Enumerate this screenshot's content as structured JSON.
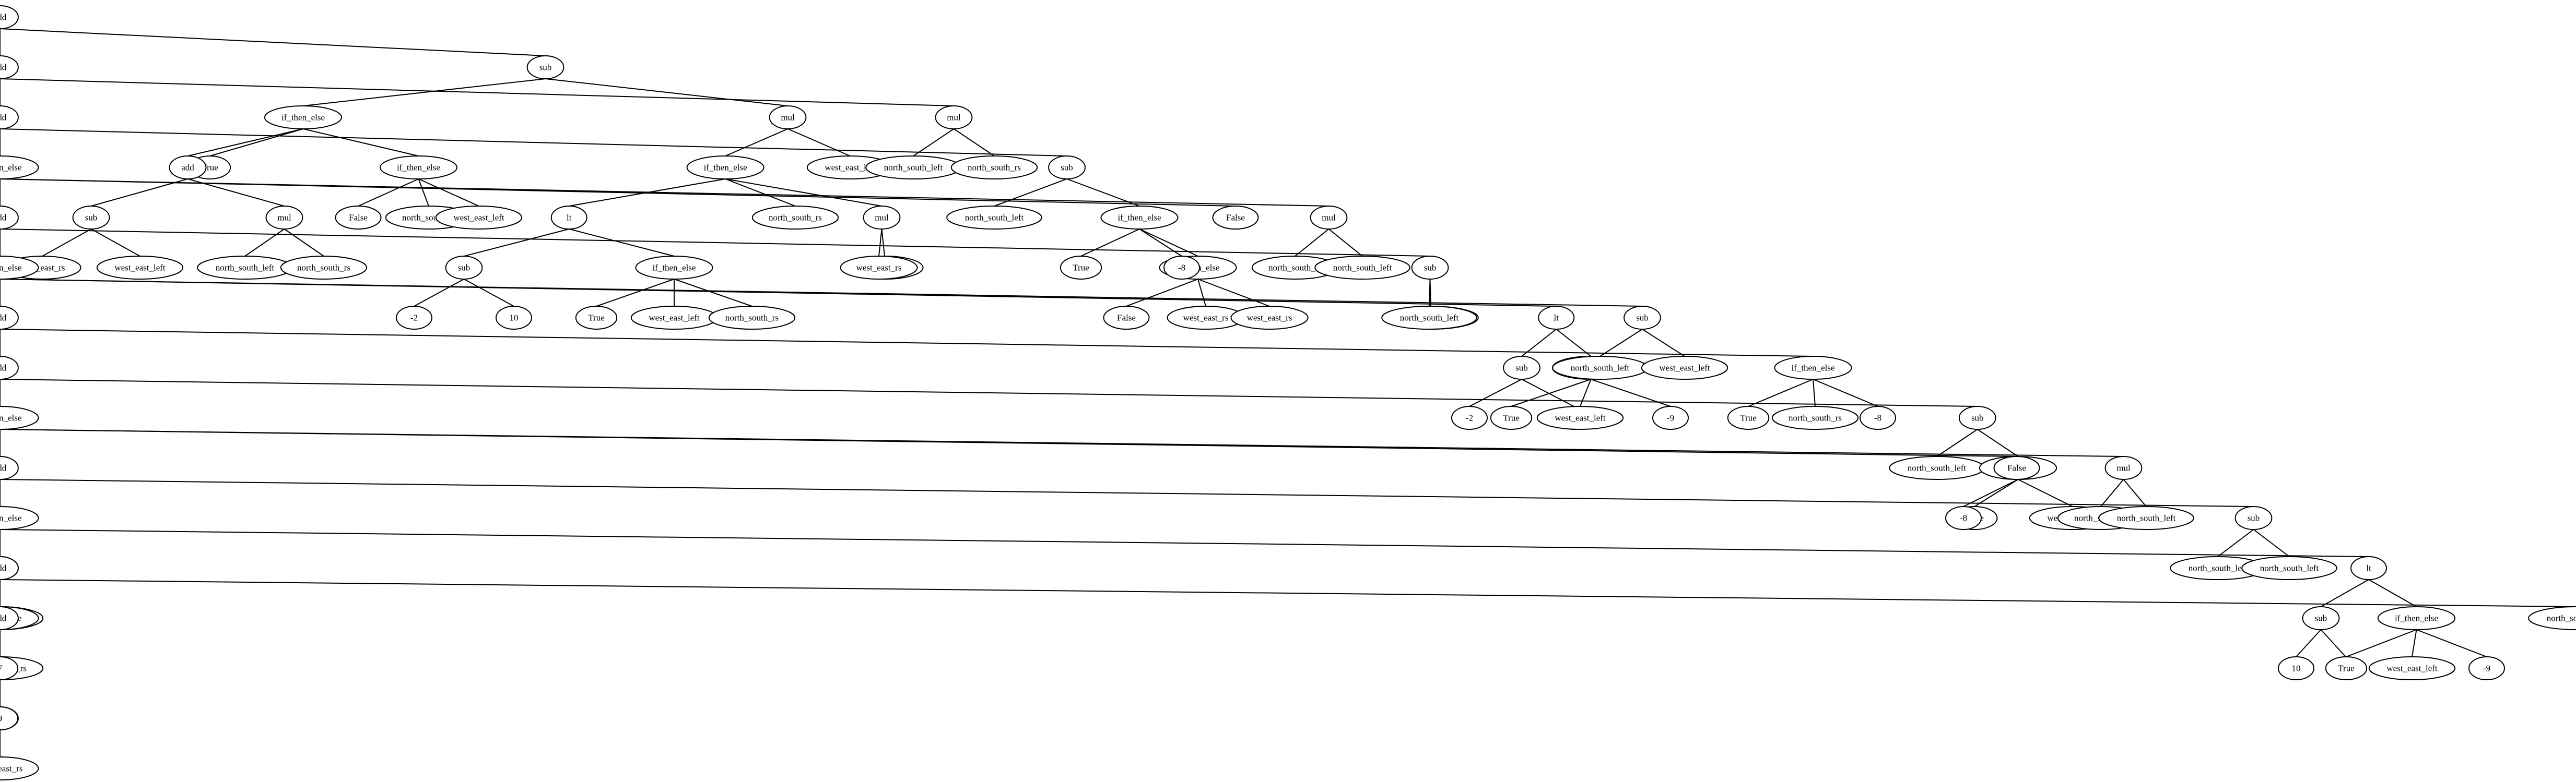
{
  "tree": {
    "label": "add",
    "children": [
      {
        "label": "sub",
        "children": [
          {
            "label": "if_then_else",
            "children": [
              {
                "label": "True"
              },
              {
                "label": "add",
                "children": [
                  {
                    "label": "sub",
                    "children": [
                      {
                        "label": "west_east_rs"
                      },
                      {
                        "label": "west_east_left"
                      }
                    ]
                  },
                  {
                    "label": "mul",
                    "children": [
                      {
                        "label": "north_south_left"
                      },
                      {
                        "label": "north_south_rs"
                      }
                    ]
                  }
                ]
              },
              {
                "label": "if_then_else",
                "children": [
                  {
                    "label": "False"
                  },
                  {
                    "label": "north_south_rs"
                  },
                  {
                    "label": "west_east_left"
                  }
                ]
              }
            ]
          },
          {
            "label": "mul",
            "children": [
              {
                "label": "if_then_else",
                "children": [
                  {
                    "label": "lt",
                    "children": [
                      {
                        "label": "sub",
                        "children": [
                          {
                            "label": "-2"
                          },
                          {
                            "label": "10"
                          }
                        ]
                      },
                      {
                        "label": "if_then_else",
                        "children": [
                          {
                            "label": "True"
                          },
                          {
                            "label": "west_east_left"
                          },
                          {
                            "label": "north_south_rs"
                          }
                        ]
                      }
                    ]
                  },
                  {
                    "label": "north_south_rs"
                  },
                  {
                    "label": "mul",
                    "children": [
                      {
                        "label": "west_east_rs"
                      },
                      {
                        "label": "west_east_rs"
                      }
                    ]
                  }
                ]
              },
              {
                "label": "west_east_left"
              }
            ]
          }
        ]
      },
      {
        "label": "add",
        "children": [
          {
            "label": "mul",
            "children": [
              {
                "label": "north_south_left"
              },
              {
                "label": "north_south_rs"
              }
            ]
          },
          {
            "label": "add",
            "children": [
              {
                "label": "sub",
                "children": [
                  {
                    "label": "north_south_left"
                  },
                  {
                    "label": "if_then_else",
                    "children": [
                      {
                        "label": "True"
                      },
                      {
                        "label": "if_then_else",
                        "children": [
                          {
                            "label": "False"
                          },
                          {
                            "label": "west_east_rs"
                          },
                          {
                            "label": "west_east_rs"
                          }
                        ]
                      },
                      {
                        "label": "-8"
                      }
                    ]
                  }
                ]
              },
              {
                "label": "if_then_else",
                "children": [
                  {
                    "label": "False"
                  },
                  {
                    "label": "mul",
                    "children": [
                      {
                        "label": "north_south_rs"
                      },
                      {
                        "label": "north_south_left"
                      }
                    ]
                  },
                  {
                    "label": "add",
                    "children": [
                      {
                        "label": "sub",
                        "children": [
                          {
                            "label": "north_south_left"
                          },
                          {
                            "label": "north_south_left"
                          }
                        ]
                      },
                      {
                        "label": "if_then_else",
                        "children": [
                          {
                            "label": "lt",
                            "children": [
                              {
                                "label": "sub",
                                "children": [
                                  {
                                    "label": "-2"
                                  },
                                  {
                                    "label": "10"
                                  }
                                ]
                              },
                              {
                                "label": "if_then_else",
                                "children": [
                                  {
                                    "label": "True"
                                  },
                                  {
                                    "label": "west_east_left"
                                  },
                                  {
                                    "label": "-9"
                                  }
                                ]
                              }
                            ]
                          },
                          {
                            "label": "sub",
                            "children": [
                              {
                                "label": "north_south_left"
                              },
                              {
                                "label": "west_east_left"
                              }
                            ]
                          },
                          {
                            "label": "add",
                            "children": [
                              {
                                "label": "if_then_else",
                                "children": [
                                  {
                                    "label": "True"
                                  },
                                  {
                                    "label": "north_south_rs"
                                  },
                                  {
                                    "label": "-8"
                                  }
                                ]
                              },
                              {
                                "label": "add",
                                "children": [
                                  {
                                    "label": "sub",
                                    "children": [
                                      {
                                        "label": "north_south_left"
                                      },
                                      {
                                        "label": "if_then_else",
                                        "children": [
                                          {
                                            "label": "False"
                                          },
                                          {
                                            "label": "west_east_left"
                                          },
                                          {
                                            "label": "-8"
                                          }
                                        ]
                                      }
                                    ]
                                  },
                                  {
                                    "label": "if_then_else",
                                    "children": [
                                      {
                                        "label": "False"
                                      },
                                      {
                                        "label": "mul",
                                        "children": [
                                          {
                                            "label": "north_south_rs"
                                          },
                                          {
                                            "label": "north_south_left"
                                          }
                                        ]
                                      },
                                      {
                                        "label": "add",
                                        "children": [
                                          {
                                            "label": "sub",
                                            "children": [
                                              {
                                                "label": "north_south_left"
                                              },
                                              {
                                                "label": "north_south_left"
                                              }
                                            ]
                                          },
                                          {
                                            "label": "if_then_else",
                                            "children": [
                                              {
                                                "label": "lt",
                                                "children": [
                                                  {
                                                    "label": "sub",
                                                    "children": [
                                                      {
                                                        "label": "-2"
                                                      },
                                                      {
                                                        "label": "10"
                                                      }
                                                    ]
                                                  },
                                                  {
                                                    "label": "if_then_else",
                                                    "children": [
                                                      {
                                                        "label": "True"
                                                      },
                                                      {
                                                        "label": "west_east_left"
                                                      },
                                                      {
                                                        "label": "-9"
                                                      }
                                                    ]
                                                  }
                                                ]
                                              },
                                              {
                                                "label": "sub",
                                                "children": [
                                                  {
                                                    "label": "north_south_left"
                                                  },
                                                  {
                                                    "label": "west_east_left"
                                                  }
                                                ]
                                              },
                                              {
                                                "label": "add",
                                                "children": [
                                                  {
                                                    "label": "if_then_else",
                                                    "children": [
                                                      {
                                                        "label": "False"
                                                      },
                                                      {
                                                        "label": "mul",
                                                        "children": [
                                                          {
                                                            "label": "mul",
                                                            "children": [
                                                              {
                                                                "label": "-7"
                                                              },
                                                              {
                                                                "label": "west_east_rs"
                                                              }
                                                            ]
                                                          },
                                                          {
                                                            "label": "9"
                                                          }
                                                        ]
                                                      },
                                                      {
                                                        "label": "-8"
                                                      }
                                                    ]
                                                  },
                                                  {
                                                    "label": "add",
                                                    "children": [
                                                      {
                                                        "label": "north_south_rs"
                                                      },
                                                      {
                                                        "label": "7"
                                                      }
                                                    ]
                                                  }
                                                ]
                                              }
                                            ]
                                          }
                                        ]
                                      }
                                    ]
                                  }
                                ]
                              }
                            ]
                          }
                        ]
                      }
                    ]
                  }
                ]
              }
            ]
          }
        ]
      }
    ]
  }
}
